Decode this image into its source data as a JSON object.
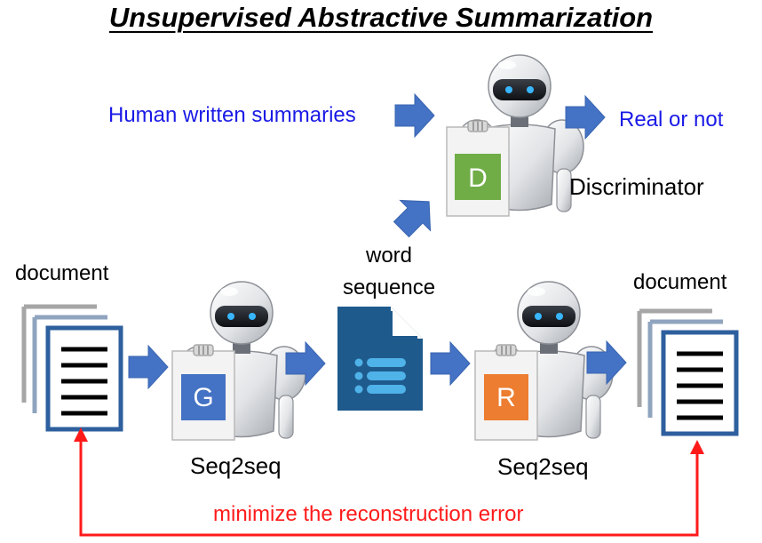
{
  "title": "Unsupervised Abstractive Summarization",
  "labels": {
    "human_summaries": "Human written summaries",
    "real_or_not": "Real or not",
    "discriminator": "Discriminator",
    "doc_left": "document",
    "doc_right": "document",
    "word_seq_line1": "word",
    "word_seq_line2": "sequence",
    "seq2seq_left": "Seq2seq",
    "seq2seq_right": "Seq2seq",
    "reconstruction": "minimize the reconstruction error"
  },
  "badges": {
    "discriminator": "D",
    "generator": "G",
    "reconstructor": "R"
  },
  "colors": {
    "arrow_blue": "#4472c4",
    "label_blue": "#1a1ae6",
    "feedback_red": "#ff1a1a",
    "badge_d": "#70ad47",
    "badge_g": "#4472c4",
    "badge_r": "#ed7d31",
    "doc_frame": "#2e5f9e",
    "wordseq_icon": "#1f5a8c"
  },
  "icons": [
    "robot-icon",
    "document-stack-icon",
    "word-sequence-icon",
    "arrow-right-icon"
  ]
}
